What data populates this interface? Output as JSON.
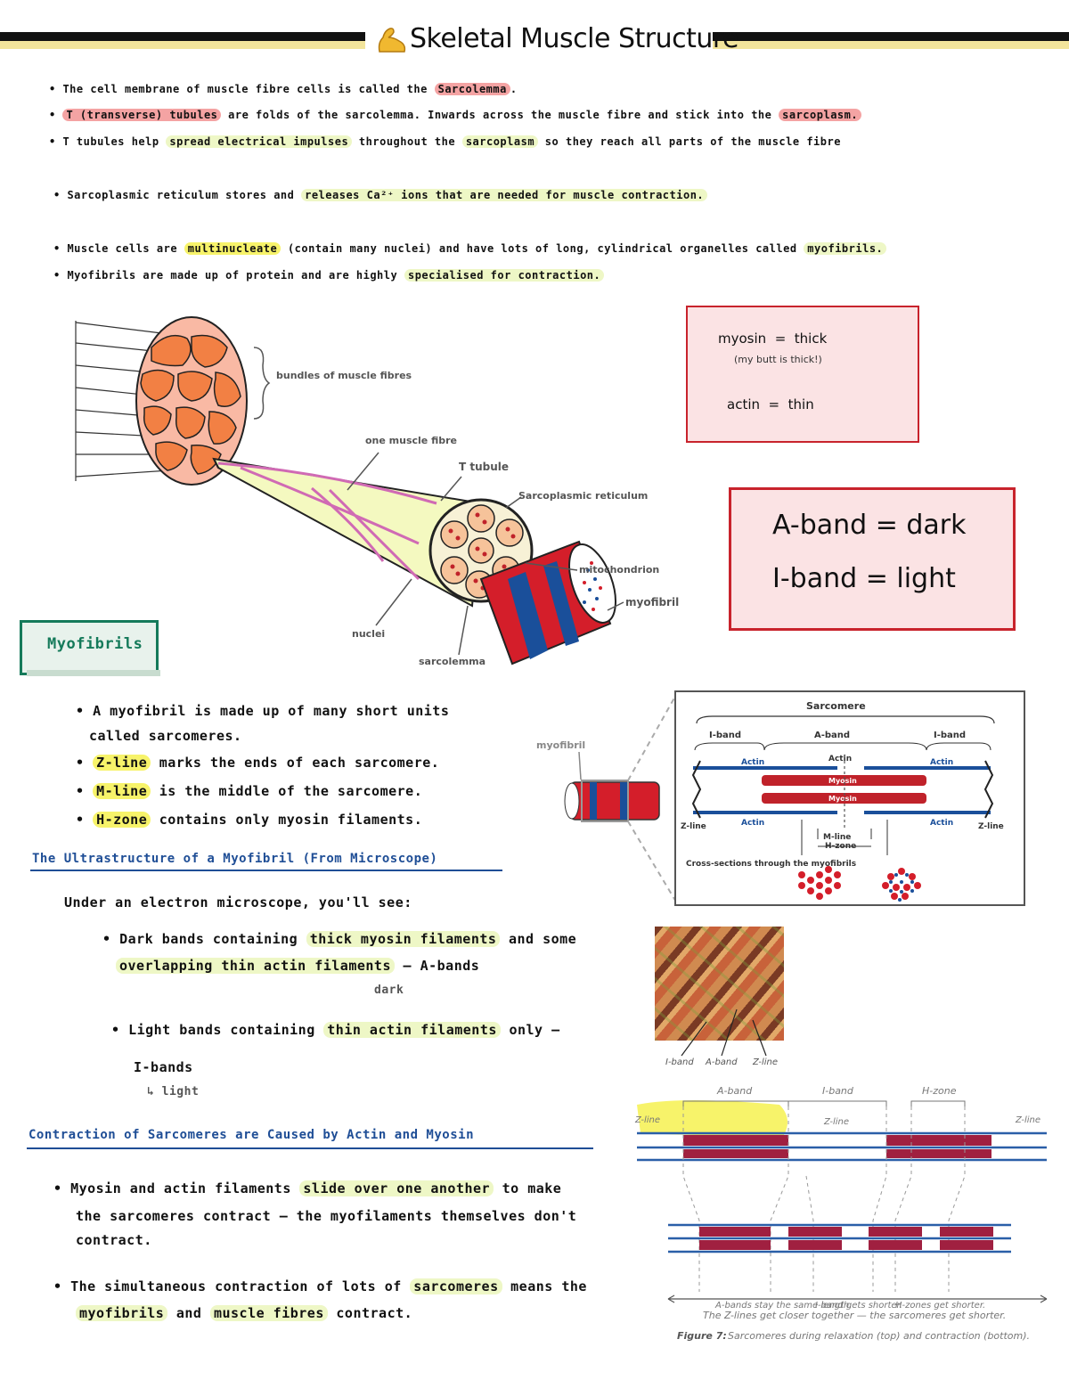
{
  "header": {
    "title": "Skeletal Muscle Structure",
    "icon": "flexed-biceps-icon"
  },
  "intro": {
    "b1_a": "The cell membrane of muscle fibre cells is called the",
    "b1_hl": "Sarcolemma",
    "b2_hl": "T (transverse) tubules",
    "b2_b": "are folds of the sarcolemma. Inwards across the muscle fibre and stick into the",
    "b2_hl2": "sarcoplasm.",
    "b3_a": "T tubules help",
    "b3_hl": "spread electrical impulses",
    "b3_b": "throughout the",
    "b3_hl2": "sarcoplasm",
    "b3_c": "so they reach all parts of the muscle fibre",
    "b4_a": "Sarcoplasmic reticulum stores and",
    "b4_hl": "releases Ca²⁺ ions that are needed for muscle contraction.",
    "b5_a": "Muscle cells are",
    "b5_hl": "multinucleate",
    "b5_b": "(contain many nuclei) and have lots of long, cylindrical organelles called",
    "b5_hl2": "myofibrils.",
    "b6_a": "Myofibrils are made up of protein and are highly",
    "b6_hl": "specialised for contraction."
  },
  "diagram_labels": {
    "bundle": "bundles of muscle fibres",
    "one_fibre": "one muscle fibre",
    "t_tubule": "T tubule",
    "sr": "Sarcoplasmic reticulum",
    "mito": "mitochondrion",
    "myofibril": "myofibril",
    "nuclei": "nuclei",
    "sarcolemma": "sarcolemma"
  },
  "notes": {
    "myosin": "myosin  =  thick",
    "myosin_sub": "(my butt is thick!)",
    "actin": "actin  =  thin",
    "aband": "A-band = dark",
    "iband": "I-band = light"
  },
  "myofibrils_section": {
    "tag": "Myofibrils",
    "m1": "A myofibril is made up of many short units",
    "m1b": "called sarcomeres.",
    "m2_hl": "Z-line",
    "m2": "marks the ends of each sarcomere.",
    "m3_hl": "M-line",
    "m3": "is the middle of the sarcomere.",
    "m4_hl": "H-zone",
    "m4": "contains only myosin filaments."
  },
  "ultra": {
    "head": "The Ultrastructure of a Myofibril (From Microscope)",
    "intro": "Under an electron microscope, you'll see:",
    "d1_a": "Dark bands containing",
    "d1_hl": "thick myosin filaments",
    "d1_b": "and some",
    "d1_hl2": "overlapping thin actin filaments",
    "d1_c": "— A-bands",
    "d1_note": "dark",
    "l1_a": "Light bands containing",
    "l1_hl": "thin actin filaments",
    "l1_b": "only —",
    "l1_c": "I-bands",
    "l1_note": "light"
  },
  "contraction": {
    "head": "Contraction of Sarcomeres are Caused by Actin and Myosin",
    "c1_a": "Myosin and actin filaments",
    "c1_hl": "slide over one another",
    "c1_b": "to make",
    "c1_c": "the sarcomeres contract — the myofilaments themselves don't",
    "c1_d": "contract.",
    "c2_a": "The simultaneous contraction of lots of",
    "c2_hl": "sarcomeres",
    "c2_b": "means the",
    "c2_hl2": "myofibrils",
    "c2_c": "and",
    "c2_hl3": "muscle fibres",
    "c2_d": "contract."
  },
  "sarcomere_fig": {
    "myofibril": "myofibril",
    "sarcomere": "Sarcomere",
    "iband": "I-band",
    "aband": "A-band",
    "actin": "Actin",
    "myosin": "Myosin",
    "zline": "Z-line",
    "mline": "M-line",
    "hzone": "H-zone",
    "cross": "Cross-sections through the myofibrils"
  },
  "micro_labels": {
    "iband": "I-band",
    "aband": "A-band",
    "zline": "Z-line"
  },
  "fig7": {
    "aband": "A-band",
    "iband": "I-band",
    "hzone": "H-zone",
    "zline": "Z-line",
    "note1": "A-bands stay the same length.",
    "note2": "I-band gets shorter.",
    "note3": "H-zones get shorter.",
    "bottom": "The Z-lines get closer together — the sarcomeres get shorter.",
    "caption_bold": "Figure 7:",
    "caption": "Sarcomeres during relaxation (top) and contraction (bottom)."
  },
  "colors": {
    "red_hl": "#f4a3a3",
    "yellow_hl": "#eef7c6",
    "bright_yellow": "#f7f36a",
    "blue_head": "#1f4e96",
    "myosin_red": "#a02040",
    "actin_blue": "#1a4f9a",
    "green_tag": "#157a5a"
  }
}
